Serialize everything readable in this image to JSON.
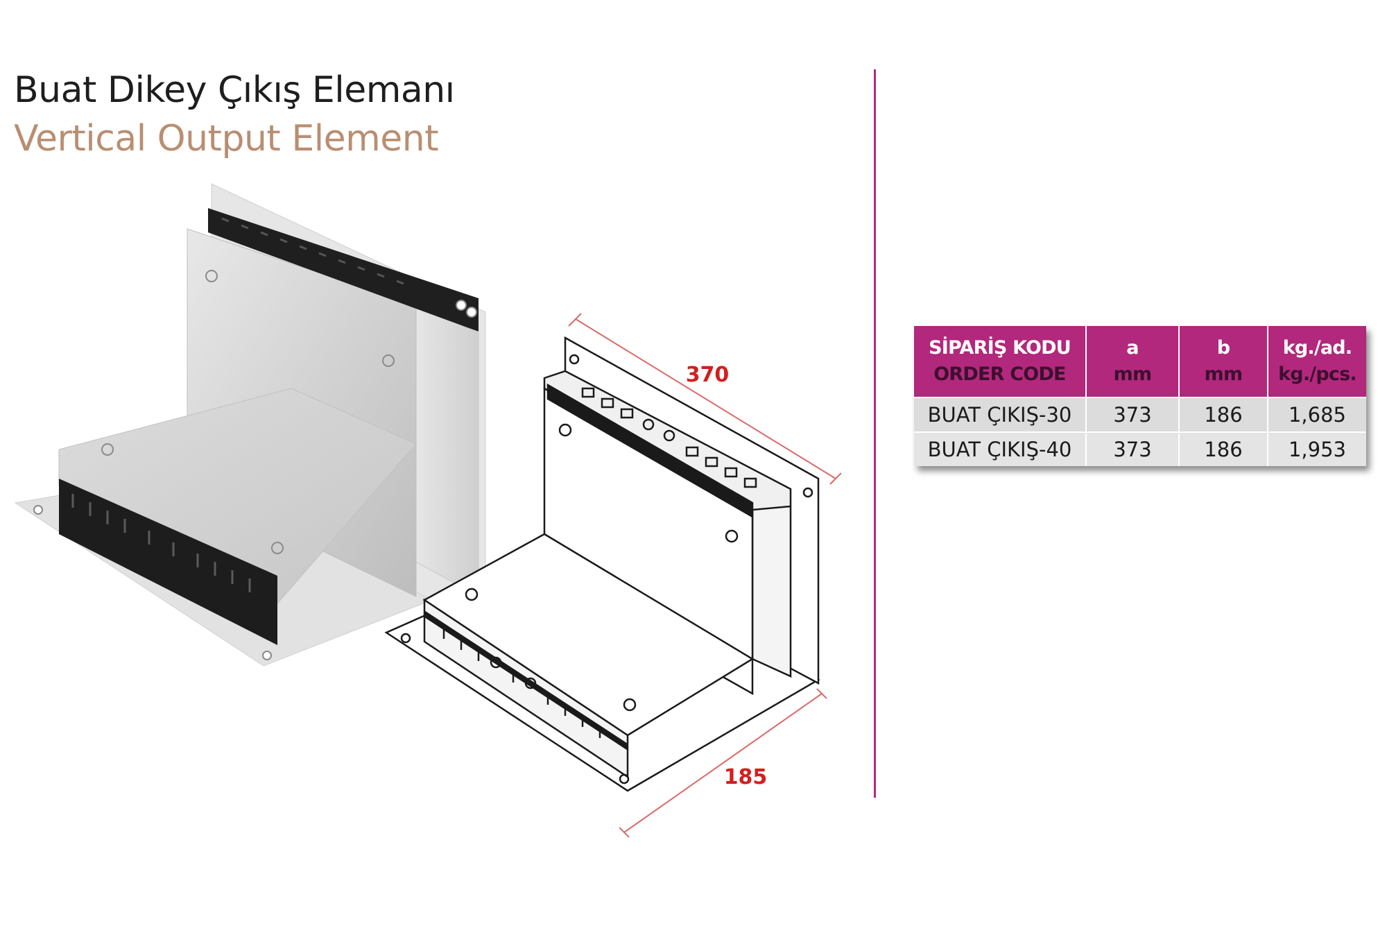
{
  "header": {
    "title_tr": "Buat Dikey Çıkış Elemanı",
    "title_en": "Vertical Output Element"
  },
  "drawing": {
    "dim_length": "370",
    "dim_width": "185"
  },
  "table": {
    "headers": [
      {
        "line1": "SİPARİŞ KODU",
        "line2": "ORDER CODE"
      },
      {
        "line1": "a",
        "line2": "mm"
      },
      {
        "line1": "b",
        "line2": "mm"
      },
      {
        "line1": "kg./ad.",
        "line2": "kg./pcs."
      }
    ],
    "rows": [
      [
        "BUAT ÇIKIŞ-30",
        "373",
        "186",
        "1,685"
      ],
      [
        "BUAT ÇIKIŞ-40",
        "373",
        "186",
        "1,953"
      ]
    ]
  },
  "colors": {
    "accent": "#b2287c",
    "title_en": "#b88e72",
    "dimension": "#d21f1f",
    "row_bg": "#dcdcdc"
  }
}
